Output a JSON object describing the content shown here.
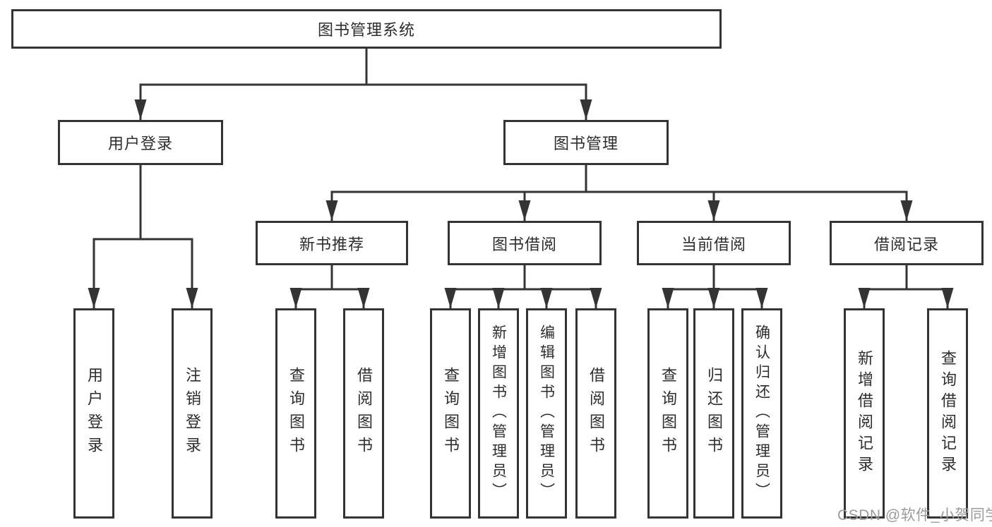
{
  "colors": {
    "line": "#343434",
    "box_border": "#343434",
    "box_fill": "#ffffff",
    "text": "#2d2d2d",
    "watermark": "#9b9b9b",
    "background": "#ffffff"
  },
  "diagram": {
    "root": {
      "label": "图书管理系统"
    },
    "branches": [
      {
        "label": "用户登录",
        "children": [
          {
            "label": "用户登录"
          },
          {
            "label": "注销登录"
          }
        ]
      },
      {
        "label": "图书管理",
        "children": [
          {
            "label": "新书推荐",
            "children": [
              {
                "label": "查询图书"
              },
              {
                "label": "借阅图书"
              }
            ]
          },
          {
            "label": "图书借阅",
            "children": [
              {
                "label": "查询图书"
              },
              {
                "label": "新增图书（管理员）"
              },
              {
                "label": "编辑图书（管理员）"
              },
              {
                "label": "借阅图书"
              }
            ]
          },
          {
            "label": "当前借阅",
            "children": [
              {
                "label": "查询图书"
              },
              {
                "label": "归还图书"
              },
              {
                "label": "确认归还（管理员）"
              }
            ]
          },
          {
            "label": "借阅记录",
            "children": [
              {
                "label": "新增借阅记录"
              },
              {
                "label": "查询借阅记录"
              }
            ]
          }
        ]
      }
    ]
  },
  "watermark": {
    "text": "CSDN @软件_小贺同学"
  }
}
